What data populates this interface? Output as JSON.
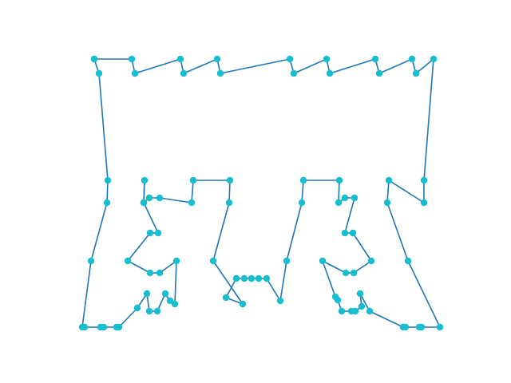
{
  "chart_data": {
    "type": "line",
    "title": "",
    "xlabel": "",
    "ylabel": "",
    "axes_visible": false,
    "grid": false,
    "legend": "none",
    "line_color": "#1f77b4",
    "marker_color": "#17becf",
    "series": [
      {
        "points": [
          [
            118,
            74
          ],
          [
            165,
            74
          ],
          [
            169,
            92
          ],
          [
            226,
            74
          ],
          [
            230,
            92
          ],
          [
            272,
            74
          ],
          [
            276,
            92
          ],
          [
            363,
            74
          ],
          [
            368,
            92
          ],
          [
            409,
            74
          ],
          [
            413,
            92
          ],
          [
            470,
            74
          ],
          [
            475,
            92
          ],
          [
            516,
            74
          ],
          [
            521,
            92
          ],
          [
            543,
            74
          ],
          [
            531,
            226
          ],
          [
            531,
            254
          ],
          [
            487,
            226
          ],
          [
            485,
            254
          ],
          [
            511,
            327
          ],
          [
            551,
            410
          ],
          [
            528,
            410
          ],
          [
            525,
            410
          ],
          [
            508,
            410
          ],
          [
            505,
            410
          ],
          [
            463,
            390
          ],
          [
            451,
            368
          ],
          [
            453,
            384
          ],
          [
            445,
            390
          ],
          [
            440,
            390
          ],
          [
            428,
            390
          ],
          [
            423,
            376
          ],
          [
            420,
            372
          ],
          [
            404,
            327
          ],
          [
            433,
            342
          ],
          [
            443,
            342
          ],
          [
            465,
            327
          ],
          [
            442,
            292
          ],
          [
            432,
            292
          ],
          [
            444,
            248
          ],
          [
            432,
            248
          ],
          [
            424,
            254
          ],
          [
            425,
            226
          ],
          [
            380,
            226
          ],
          [
            378,
            254
          ],
          [
            359,
            327
          ],
          [
            351,
            377
          ],
          [
            334,
            349
          ],
          [
            324,
            349
          ],
          [
            315,
            349
          ],
          [
            306,
            349
          ],
          [
            296,
            349
          ],
          [
            283,
            373
          ],
          [
            304,
            381
          ],
          [
            267,
            327
          ],
          [
            287,
            254
          ],
          [
            288,
            226
          ],
          [
            242,
            226
          ],
          [
            240,
            254
          ],
          [
            200,
            248
          ],
          [
            187,
            248
          ],
          [
            180,
            254
          ],
          [
            181,
            226
          ],
          [
            180,
            254
          ],
          [
            198,
            292
          ],
          [
            188,
            292
          ],
          [
            160,
            327
          ],
          [
            188,
            342
          ],
          [
            200,
            342
          ],
          [
            221,
            327
          ],
          [
            219,
            381
          ],
          [
            213,
            377
          ],
          [
            207,
            368
          ],
          [
            197,
            390
          ],
          [
            187,
            390
          ],
          [
            184,
            368
          ],
          [
            172,
            386
          ],
          [
            149,
            410
          ],
          [
            146,
            410
          ],
          [
            130,
            410
          ],
          [
            126,
            410
          ],
          [
            106,
            410
          ],
          [
            103,
            410
          ],
          [
            114,
            327
          ],
          [
            134,
            254
          ],
          [
            135,
            226
          ],
          [
            124,
            92
          ],
          [
            118,
            74
          ]
        ]
      }
    ]
  }
}
